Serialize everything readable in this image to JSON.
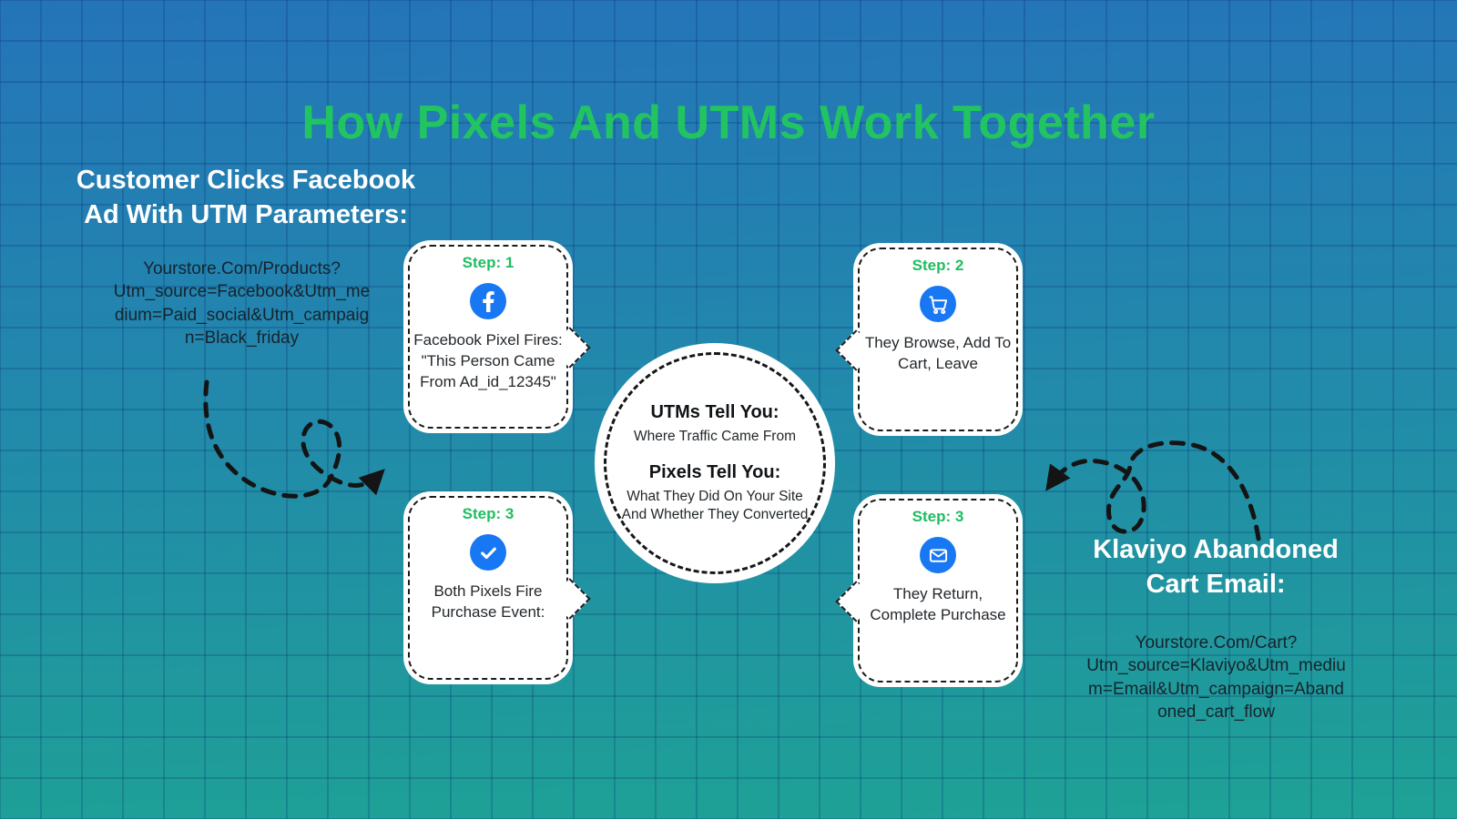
{
  "title": "How Pixels And UTMs Work Together",
  "left_note": {
    "heading": "Customer Clicks Facebook Ad With UTM Parameters:",
    "heading_lines": [
      "Customer Clicks Facebook",
      "Ad With UTM Parameters:"
    ],
    "url": "Yourstore.Com/Products?Utm_source=Facebook&Utm_medium=Paid_social&Utm_campaign=Black_friday",
    "url_lines": [
      "Yourstore.Com/Products?",
      "Utm_source=Facebook&Utm_me",
      "dium=Paid_social&Utm_campaig",
      "n=Black_friday"
    ]
  },
  "right_note": {
    "heading": "Klaviyo Abandoned Cart Email:",
    "heading_lines": [
      "Klaviyo Abandoned",
      "Cart Email:"
    ],
    "url": "Yourstore.Com/Cart?Utm_source=Klaviyo&Utm_medium=Email&Utm_campaign=Abandoned_cart_flow",
    "url_lines": [
      "Yourstore.Com/Cart?",
      "Utm_source=Klaviyo&Utm_mediu",
      "m=Email&Utm_campaign=Aband",
      "oned_cart_flow"
    ]
  },
  "cards": [
    {
      "step_label": "Step: 1",
      "icon": "facebook-icon",
      "text": "Facebook Pixel Fires: \"This Person Came From Ad_id_12345\""
    },
    {
      "step_label": "Step: 2",
      "icon": "cart-icon",
      "text": "They Browse, Add To Cart, Leave"
    },
    {
      "step_label": "Step: 3",
      "icon": "check-icon",
      "text": "Both Pixels Fire Purchase Event:"
    },
    {
      "step_label": "Step: 3",
      "icon": "email-icon",
      "text": "They Return, Complete Purchase"
    }
  ],
  "center_circle": {
    "utms_heading": "UTMs Tell You:",
    "utms_text": "Where Traffic Came From",
    "pixels_heading": "Pixels Tell You:",
    "pixels_text": "What They Did On Your Site And Whether They Converted"
  },
  "colors": {
    "title_green": "#22C462",
    "step_green": "#1EBE5F",
    "icon_blue": "#1877F2",
    "background_top": "#2474B9",
    "background_bottom": "#1EA295",
    "grid_line": "rgba(0,30,100,0.20)",
    "dashed_border": "#1b1b1b",
    "body_text": "#23282c"
  }
}
